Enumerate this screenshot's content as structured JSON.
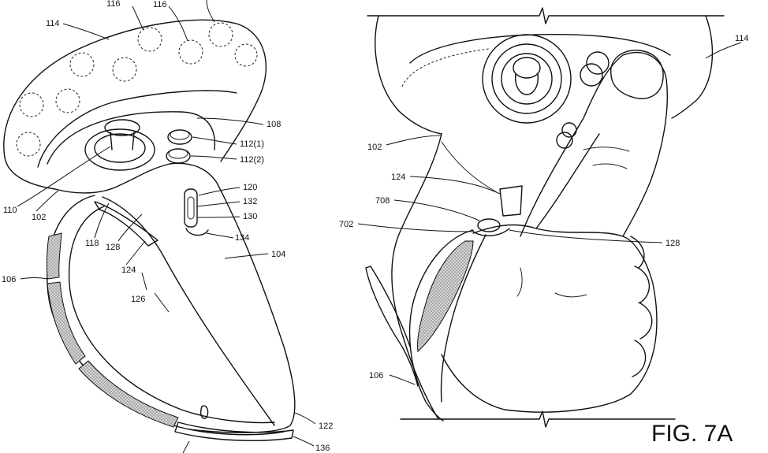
{
  "figure_label": "FIG. 7A",
  "left_view": {
    "refs": {
      "r116a": "116",
      "r116b": "116",
      "r114": "114",
      "r108": "108",
      "r112_1": "112(1)",
      "r112_2": "112(2)",
      "r120": "120",
      "r132": "132",
      "r130": "130",
      "r134": "134",
      "r104": "104",
      "r110": "110",
      "r102": "102",
      "r118": "118",
      "r128": "128",
      "r124": "124",
      "r126": "126",
      "r106": "106",
      "r122": "122",
      "r136": "136"
    }
  },
  "right_view": {
    "refs": {
      "r114": "114",
      "r102": "102",
      "r124": "124",
      "r708": "708",
      "r702": "702",
      "r128": "128",
      "r106": "106"
    }
  },
  "colors": {
    "line": "#111111",
    "grip_fill": "#c8c8c8",
    "background": "#ffffff"
  }
}
